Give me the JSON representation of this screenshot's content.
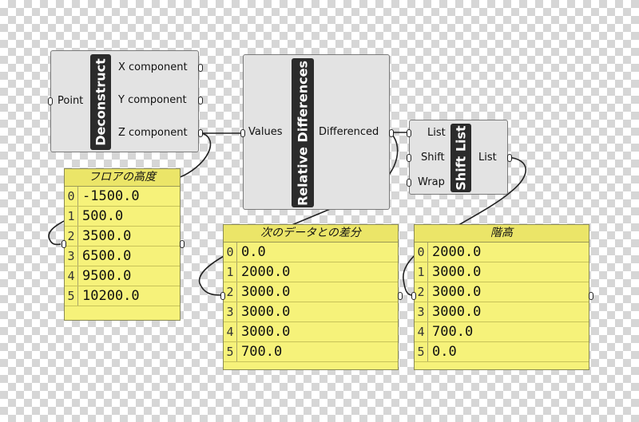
{
  "components": {
    "deconstruct": {
      "title": "Deconstruct",
      "input": "Point",
      "outputs": [
        "X component",
        "Y component",
        "Z component"
      ]
    },
    "relative_differences": {
      "title": "Relative Differences",
      "input": "Values",
      "output": "Differenced"
    },
    "shift_list": {
      "title": "Shift List",
      "inputs": [
        "List",
        "Shift",
        "Wrap"
      ],
      "output": "List"
    }
  },
  "panels": {
    "floor_heights": {
      "title": "フロアの高度",
      "rows": [
        {
          "index": "0",
          "value": "-1500.0"
        },
        {
          "index": "1",
          "value": "500.0"
        },
        {
          "index": "2",
          "value": "3500.0"
        },
        {
          "index": "3",
          "value": "6500.0"
        },
        {
          "index": "4",
          "value": "9500.0"
        },
        {
          "index": "5",
          "value": "10200.0"
        }
      ]
    },
    "next_diff": {
      "title": "次のデータとの差分",
      "rows": [
        {
          "index": "0",
          "value": "0.0"
        },
        {
          "index": "1",
          "value": "2000.0"
        },
        {
          "index": "2",
          "value": "3000.0"
        },
        {
          "index": "3",
          "value": "3000.0"
        },
        {
          "index": "4",
          "value": "3000.0"
        },
        {
          "index": "5",
          "value": "700.0"
        }
      ]
    },
    "story_height": {
      "title": "階高",
      "rows": [
        {
          "index": "0",
          "value": "2000.0"
        },
        {
          "index": "1",
          "value": "3000.0"
        },
        {
          "index": "2",
          "value": "3000.0"
        },
        {
          "index": "3",
          "value": "3000.0"
        },
        {
          "index": "4",
          "value": "700.0"
        },
        {
          "index": "5",
          "value": "0.0"
        }
      ]
    }
  },
  "colors": {
    "panel_fill": "#f6f27a",
    "component_fill": "#e3e3e3",
    "title_bar": "#2b2b2b"
  }
}
